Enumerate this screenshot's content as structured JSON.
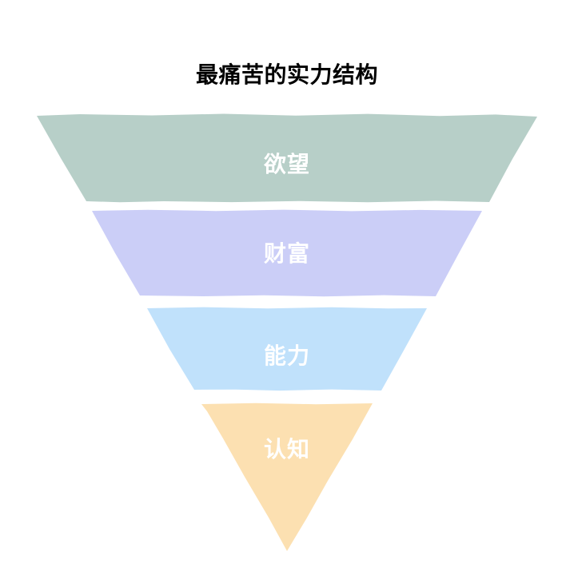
{
  "title": "最痛苦的实力结构",
  "background": "#ffffff",
  "funnel": {
    "type": "inverted-pyramid",
    "text_color": "#ffffff",
    "layers": [
      {
        "id": "desire",
        "label": "欲望",
        "color": "#b7cfc8"
      },
      {
        "id": "wealth",
        "label": "财富",
        "color": "#cbcef7"
      },
      {
        "id": "ability",
        "label": "能力",
        "color": "#c0e1fb"
      },
      {
        "id": "cognition",
        "label": "认知",
        "color": "#fce0b1"
      }
    ]
  }
}
